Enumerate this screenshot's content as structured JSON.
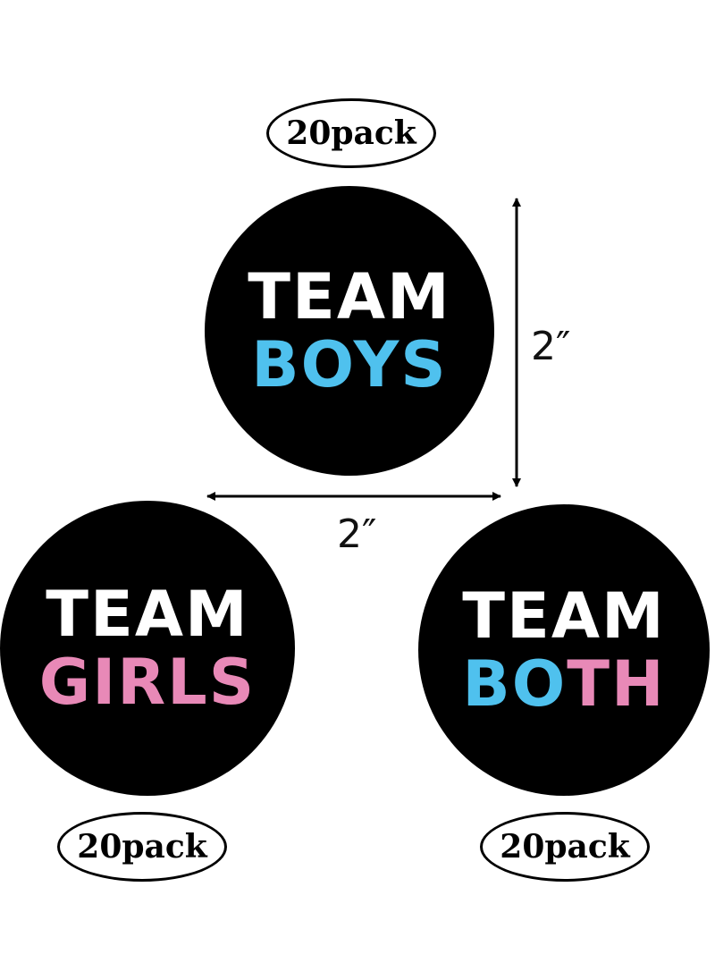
{
  "colors": {
    "sticker_bg": "#000000",
    "white": "#ffffff",
    "blue": "#4fc1ee",
    "pink": "#e889b7"
  },
  "packs": {
    "top": "20pack",
    "left": "20pack",
    "right": "20pack"
  },
  "stickers": {
    "boys": {
      "line1": "TEAM",
      "line2": "BOYS"
    },
    "girls": {
      "line1": "TEAM",
      "line2": "GIRLS"
    },
    "both": {
      "line1": "TEAM",
      "line2_part1": "BO",
      "line2_part2": "TH"
    }
  },
  "dimensions": {
    "height": "2″",
    "width": "2″"
  }
}
